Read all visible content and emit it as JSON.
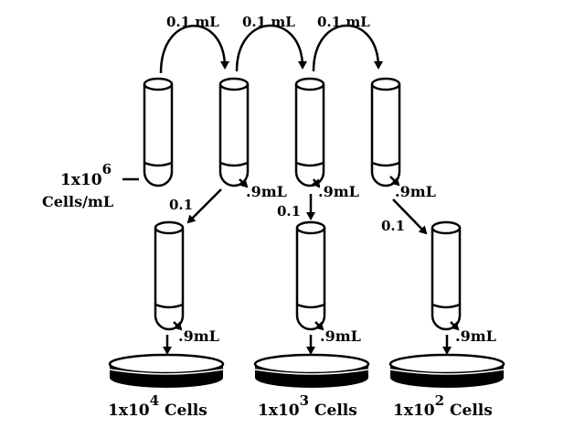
{
  "transfer_labels": {
    "top_1": "0.1 mL",
    "top_2": "0.1 mL",
    "top_3": "0.1 mL",
    "down_1": "0.1",
    "down_2": "0.1",
    "down_3": "0.1"
  },
  "volume_labels": {
    "upper_1": ".9mL",
    "upper_2": ".9mL",
    "upper_3": ".9mL",
    "lower_1": ".9mL",
    "lower_2": ".9mL",
    "lower_3": ".9mL"
  },
  "stock": {
    "coef": "1x10",
    "exp": "6",
    "unit": "Cells/mL"
  },
  "plates": [
    {
      "coef": "1x10",
      "exp": "4",
      "unit": " Cells"
    },
    {
      "coef": "1x10",
      "exp": "3",
      "unit": " Cells"
    },
    {
      "coef": "1x10",
      "exp": "2",
      "unit": " Cells"
    }
  ]
}
